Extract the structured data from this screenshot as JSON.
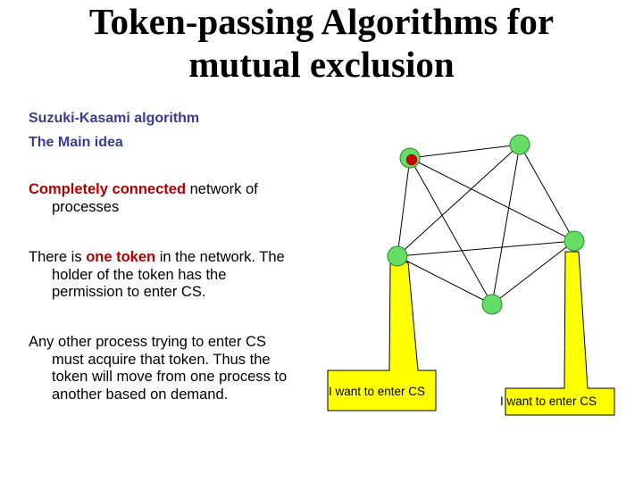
{
  "title_line1": "Token-passing Algorithms for",
  "title_line2": "mutual exclusion",
  "subtitle1": "Suzuki-Kasami algorithm",
  "subtitle2": "The Main idea",
  "para1": {
    "highlight": "Completely connected",
    "line1_rest": " network of",
    "line2": "processes"
  },
  "para2": {
    "line1_pre": "There is ",
    "highlight": "one token",
    "line1_post": " in the network. The",
    "line2": "holder of the token has the",
    "line3": "permission to enter CS."
  },
  "para3": {
    "line1": "Any other process trying to enter CS",
    "line2": "must acquire that token. Thus the",
    "line3": "token will move from one process to",
    "line4": "another based on demand."
  },
  "callouts": {
    "left": "I want to enter CS",
    "right": "I want to enter CS"
  },
  "colors": {
    "node_fill": "#66dd66",
    "token_fill": "#cc0000",
    "callout_fill": "#ffff00",
    "highlight_red": "#b40000",
    "subtitle_blue": "#3c3c8c"
  }
}
